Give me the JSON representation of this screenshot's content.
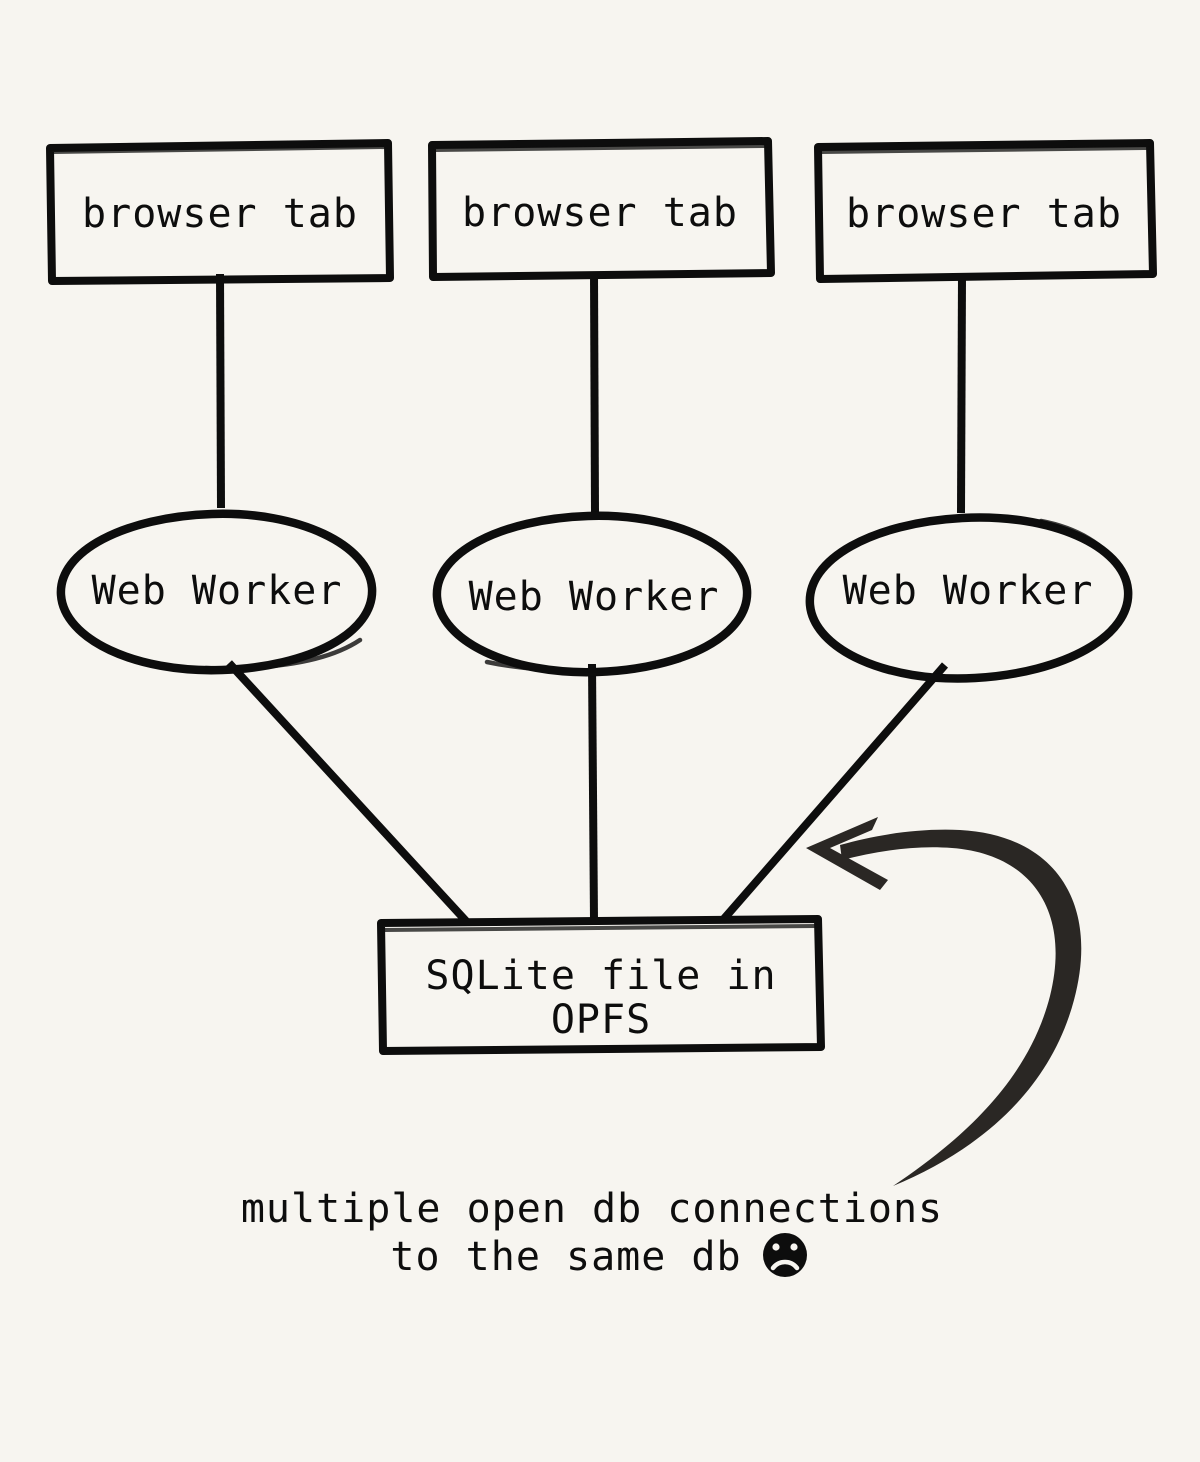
{
  "diagram": {
    "title": "multiple open db connections to the same db",
    "background_color": "#f7f5f0",
    "stroke_color": "#0d0d0d",
    "arrow_color": "#2a2724",
    "style": "hand-drawn",
    "tabs": [
      {
        "label": "browser tab"
      },
      {
        "label": "browser tab"
      },
      {
        "label": "browser tab"
      }
    ],
    "workers": [
      {
        "label": "Web Worker"
      },
      {
        "label": "Web Worker"
      },
      {
        "label": "Web Worker"
      }
    ],
    "storage": {
      "label_line1": "SQLite file in",
      "label_line2": "OPFS"
    },
    "annotation": {
      "line1": "multiple open db connections",
      "line2": "to the same db",
      "emoji": "frowning-face"
    }
  }
}
